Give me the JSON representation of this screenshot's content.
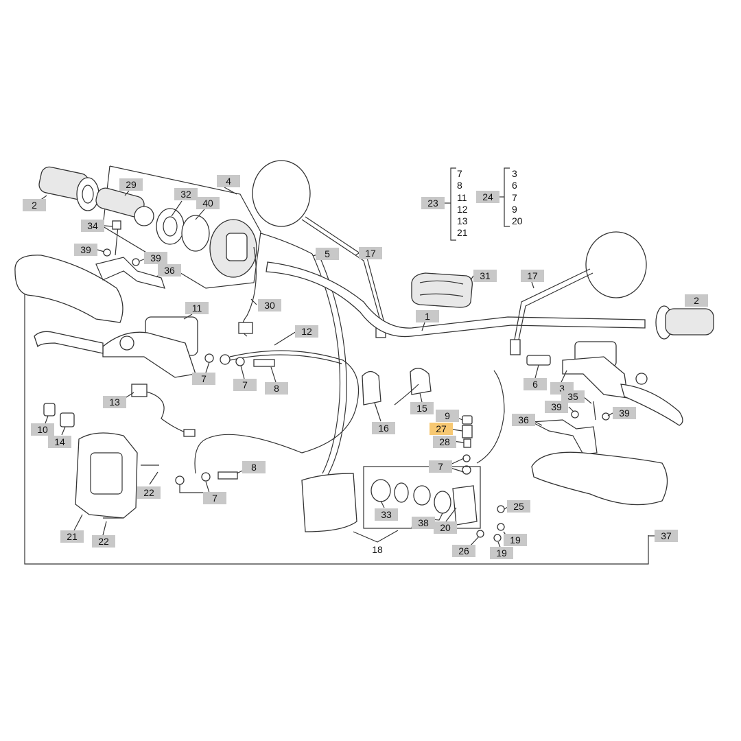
{
  "colors": {
    "label_bg": "#c8c8c8",
    "highlight_bg": "#f7c872",
    "line": "#333333"
  },
  "labels": [
    {
      "id": "l2a",
      "text": "2"
    },
    {
      "id": "l29",
      "text": "29"
    },
    {
      "id": "l4",
      "text": "4"
    },
    {
      "id": "l32",
      "text": "32"
    },
    {
      "id": "l40",
      "text": "40"
    },
    {
      "id": "l34",
      "text": "34"
    },
    {
      "id": "l39a",
      "text": "39"
    },
    {
      "id": "l39b",
      "text": "39"
    },
    {
      "id": "l36a",
      "text": "36"
    },
    {
      "id": "l30",
      "text": "30"
    },
    {
      "id": "l11",
      "text": "11"
    },
    {
      "id": "l5",
      "text": "5"
    },
    {
      "id": "l17a",
      "text": "17"
    },
    {
      "id": "l23",
      "text": "23"
    },
    {
      "id": "l24",
      "text": "24"
    },
    {
      "id": "l31",
      "text": "31"
    },
    {
      "id": "l17b",
      "text": "17"
    },
    {
      "id": "l2b",
      "text": "2"
    },
    {
      "id": "l1",
      "text": "1"
    },
    {
      "id": "l12",
      "text": "12"
    },
    {
      "id": "l7a",
      "text": "7"
    },
    {
      "id": "l7b",
      "text": "7"
    },
    {
      "id": "l8a",
      "text": "8"
    },
    {
      "id": "l13",
      "text": "13"
    },
    {
      "id": "l10",
      "text": "10"
    },
    {
      "id": "l14",
      "text": "14"
    },
    {
      "id": "l16",
      "text": "16"
    },
    {
      "id": "l15",
      "text": "15"
    },
    {
      "id": "l9",
      "text": "9"
    },
    {
      "id": "l27",
      "text": "27",
      "highlight": true
    },
    {
      "id": "l28",
      "text": "28"
    },
    {
      "id": "l6",
      "text": "6"
    },
    {
      "id": "l3",
      "text": "3"
    },
    {
      "id": "l35",
      "text": "35"
    },
    {
      "id": "l39c",
      "text": "39"
    },
    {
      "id": "l39d",
      "text": "39"
    },
    {
      "id": "l36b",
      "text": "36"
    },
    {
      "id": "l7c",
      "text": "7"
    },
    {
      "id": "l8b",
      "text": "8"
    },
    {
      "id": "l7d",
      "text": "7"
    },
    {
      "id": "l22a",
      "text": "22"
    },
    {
      "id": "l21",
      "text": "21"
    },
    {
      "id": "l22b",
      "text": "22"
    },
    {
      "id": "l33",
      "text": "33"
    },
    {
      "id": "l38",
      "text": "38"
    },
    {
      "id": "l20",
      "text": "20"
    },
    {
      "id": "l25",
      "text": "25"
    },
    {
      "id": "l19a",
      "text": "19"
    },
    {
      "id": "l19b",
      "text": "19"
    },
    {
      "id": "l26",
      "text": "26"
    },
    {
      "id": "l18",
      "text": "18"
    },
    {
      "id": "l37",
      "text": "37"
    }
  ],
  "groups": [
    {
      "id": "g23",
      "items": [
        "7",
        "8",
        "11",
        "12",
        "13",
        "21"
      ]
    },
    {
      "id": "g24",
      "items": [
        "3",
        "6",
        "7",
        "9",
        "20"
      ]
    }
  ]
}
